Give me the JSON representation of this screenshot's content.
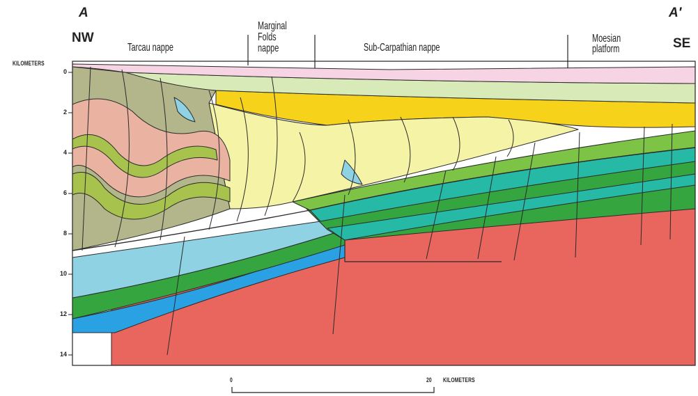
{
  "section": {
    "start_label": "A",
    "end_label": "A′",
    "start_direction": "NW",
    "end_direction": "SE"
  },
  "units": [
    {
      "name": "Tarcau nappe"
    },
    {
      "name_lines": [
        "Marginal",
        "Folds",
        "nappe"
      ]
    },
    {
      "name": "Sub-Carpathian nappe"
    },
    {
      "name_lines": [
        "Moesian",
        "platform"
      ]
    }
  ],
  "depth_axis": {
    "label": "KILOMETERS",
    "ticks": [
      "0",
      "2",
      "4",
      "6",
      "8",
      "10",
      "12",
      "14"
    ]
  },
  "scale_bar": {
    "start": "0",
    "end": "20",
    "unit": "KILOMETERS"
  },
  "colors": {
    "pink": "#f6d4e4",
    "pale_green": "#d8eab8",
    "yellow": "#f6d21a",
    "pale_yellow": "#f5f3a6",
    "salmon": "#eab2a0",
    "olive": "#b3b58a",
    "lime": "#a7c24d",
    "teal": "#26b9a6",
    "green": "#34a53f",
    "light_blue": "#8ed2e3",
    "blue": "#2aa1e2",
    "red": "#e8665e",
    "gray": "#9f9f9f"
  }
}
